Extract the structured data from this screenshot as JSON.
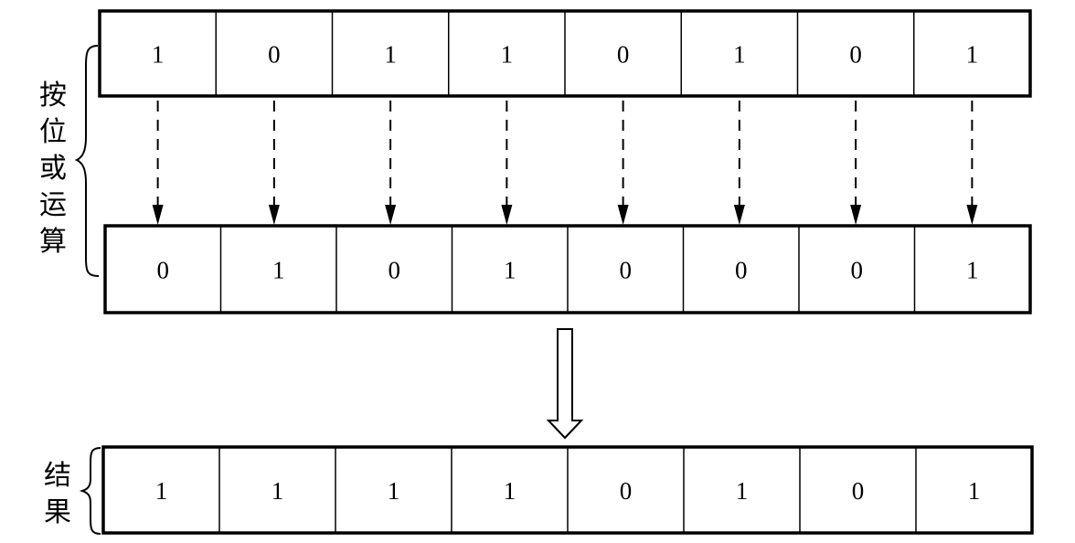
{
  "diagram": {
    "operation_label": "按位或运算",
    "result_label": "结果",
    "rows": [
      {
        "name": "operand-a",
        "bits": [
          "1",
          "0",
          "1",
          "1",
          "0",
          "1",
          "0",
          "1"
        ]
      },
      {
        "name": "operand-b",
        "bits": [
          "0",
          "1",
          "0",
          "1",
          "0",
          "0",
          "0",
          "1"
        ]
      },
      {
        "name": "result",
        "bits": [
          "1",
          "1",
          "1",
          "1",
          "0",
          "1",
          "0",
          "1"
        ]
      }
    ],
    "colors": {
      "stroke": "#000000",
      "background": "#ffffff"
    }
  }
}
